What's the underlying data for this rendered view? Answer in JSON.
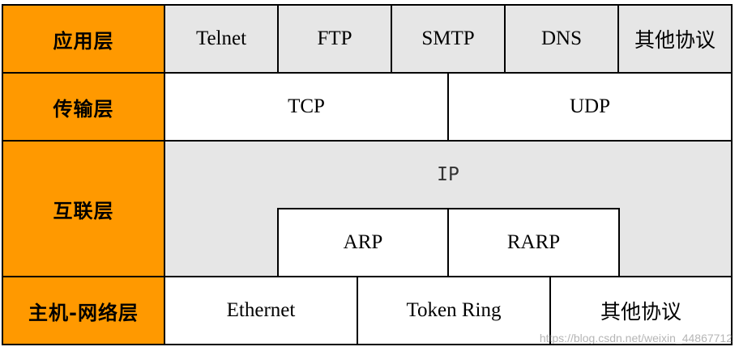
{
  "layers": {
    "application": "应用层",
    "transport": "传输层",
    "internet": "互联层",
    "host_network": "主机-网络层"
  },
  "application_protocols": [
    "Telnet",
    "FTP",
    "SMTP",
    "DNS",
    "其他协议"
  ],
  "transport_protocols": [
    "TCP",
    "UDP"
  ],
  "internet": {
    "ip": "IP",
    "sub_protocols": [
      "ARP",
      "RARP"
    ]
  },
  "host_network_protocols": [
    "Ethernet",
    "Token Ring",
    "其他协议"
  ],
  "watermark": "https://blog.csdn.net/weixin_44867712",
  "colors": {
    "layer_background": "#ff9900",
    "application_background": "#e6e6e6",
    "internet_background": "#e6e6e6",
    "cell_background": "#ffffff",
    "border": "#000000"
  }
}
